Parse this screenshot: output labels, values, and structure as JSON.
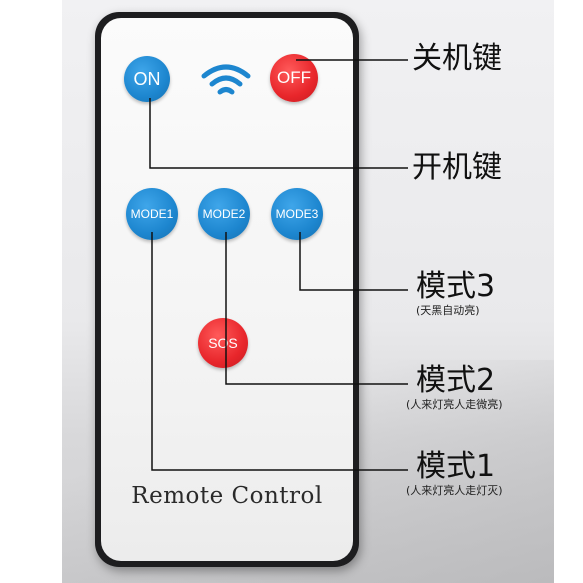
{
  "buttons": {
    "on": "ON",
    "off": "OFF",
    "mode1": "MODE1",
    "mode2": "MODE2",
    "mode3": "MODE3",
    "sos": "SOS"
  },
  "icons": {
    "signal": "wifi-icon"
  },
  "remote_label": "Remote Control",
  "callouts": {
    "off_key": {
      "label": "关机键"
    },
    "on_key": {
      "label": "开机键"
    },
    "mode3": {
      "label": "模式3",
      "note": "(天黑自动亮)"
    },
    "mode2": {
      "label": "模式2",
      "note": "(人来灯亮人走微亮)"
    },
    "mode1": {
      "label": "模式1",
      "note": "(人来灯亮人走灯灭)"
    }
  },
  "colors": {
    "blue_button": "#1d86cf",
    "red_button": "#e8262b",
    "remote_frame": "#1d1d1f"
  }
}
